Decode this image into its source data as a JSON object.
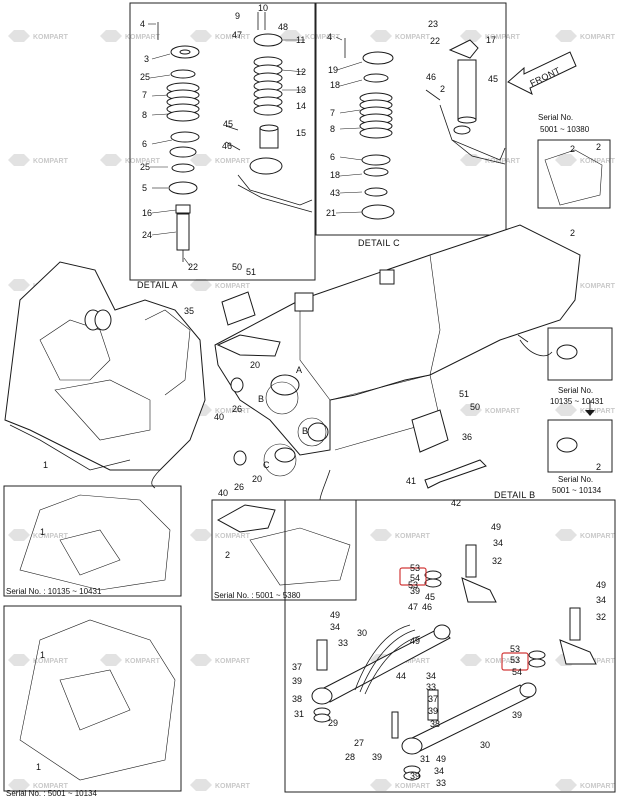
{
  "details": {
    "a": "DETAIL  A",
    "b": "DETAIL  B",
    "c": "DETAIL  C",
    "front": "FRONT",
    "callout_a": "A",
    "callout_b": "B",
    "callout_c": "C"
  },
  "serials": {
    "right_top": [
      "Serial No.",
      "5001 ~ 10380"
    ],
    "right_mid": [
      "Serial No.",
      "10135 ~ 10431"
    ],
    "right_bot": [
      "Serial No.",
      "5001 ~ 10134"
    ],
    "left_mid": "Serial No. : 10135 ~ 10431",
    "left_bot": "Serial No. : 5001 ~ 10134",
    "center": "Serial No. : 5001 ~ 5380"
  },
  "watermark": "KOMPART",
  "highlight_labels": [
    "53",
    "54"
  ],
  "labels": {
    "detailA": [
      "4",
      "3",
      "25",
      "7",
      "8",
      "6",
      "25",
      "5",
      "16",
      "24",
      "22",
      "9",
      "10",
      "47",
      "48",
      "11",
      "12",
      "13",
      "14",
      "45",
      "46",
      "15"
    ],
    "detailC": [
      "4",
      "19",
      "18",
      "7",
      "8",
      "6",
      "18",
      "43",
      "21",
      "23",
      "22",
      "17",
      "45",
      "46",
      "2"
    ],
    "main": [
      "2",
      "2",
      "50",
      "51",
      "35",
      "20",
      "A",
      "1",
      "40",
      "26",
      "B",
      "B",
      "C",
      "40",
      "26",
      "20",
      "51",
      "50",
      "36",
      "41",
      "42",
      "2",
      "2"
    ],
    "detailB": [
      "49",
      "34",
      "32",
      "53",
      "54",
      "39",
      "47",
      "46",
      "45",
      "49",
      "34",
      "33",
      "30",
      "37",
      "39",
      "38",
      "31",
      "29",
      "28",
      "27",
      "39",
      "53",
      "49",
      "34",
      "33",
      "37",
      "39",
      "38",
      "31",
      "30",
      "44",
      "49",
      "34",
      "33",
      "39",
      "53",
      "53",
      "54",
      "39",
      "49",
      "34",
      "32"
    ],
    "callouts": [
      "1",
      "1",
      "1",
      "2"
    ]
  }
}
